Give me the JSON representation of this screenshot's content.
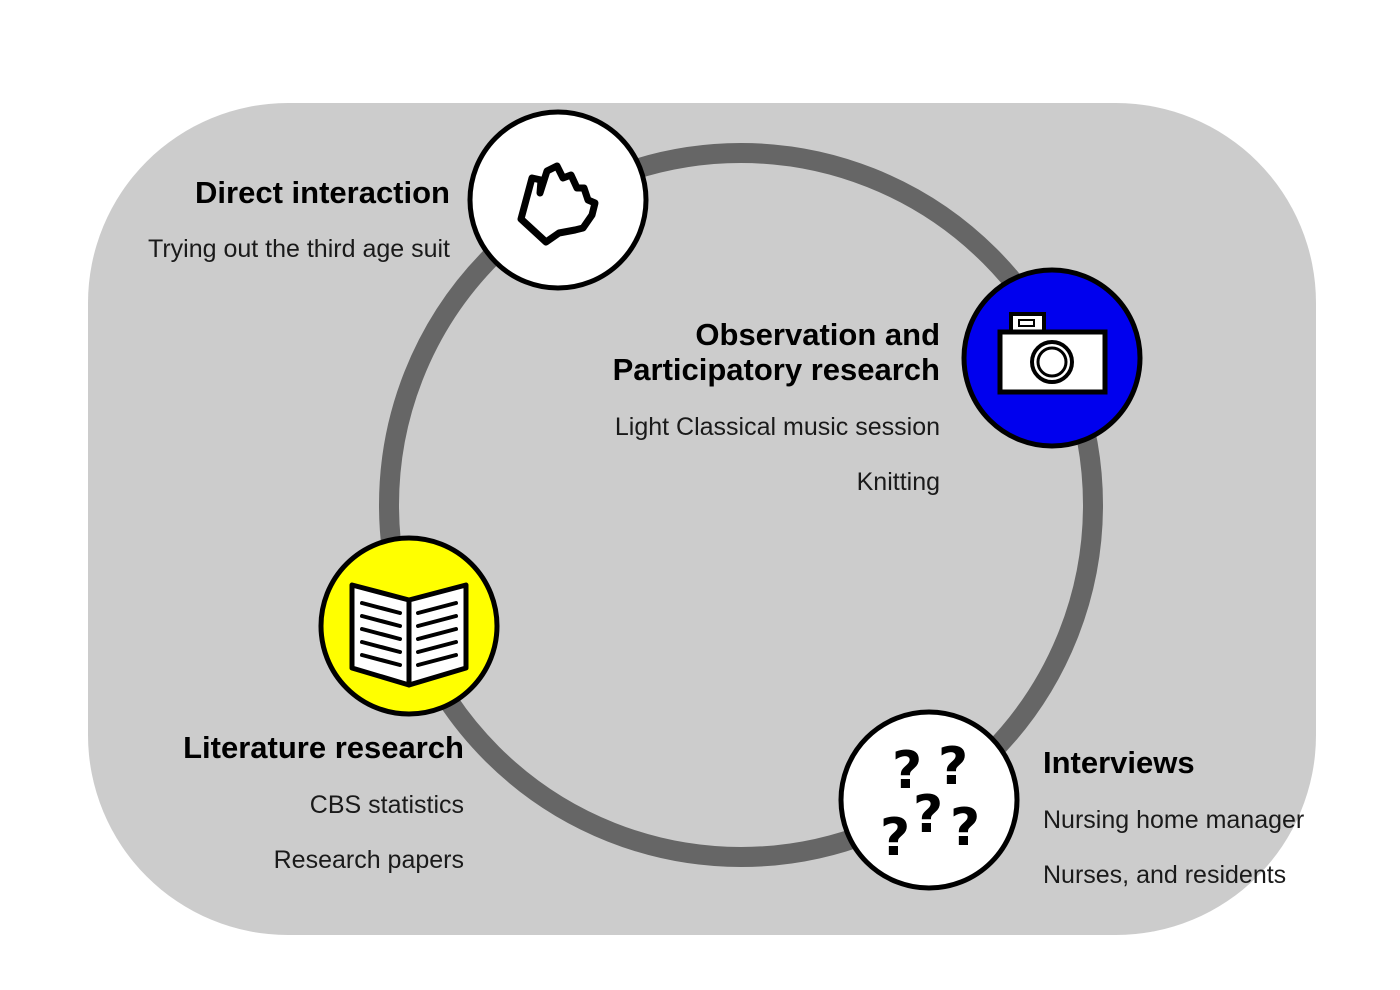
{
  "colors": {
    "panel": "#cccccc",
    "ring": "#666666",
    "camera_circle": "#0000ee",
    "book_circle": "#ffff00",
    "plain_circle": "#ffffff"
  },
  "nodes": [
    {
      "icon": "hand-icon",
      "title": "Direct interaction",
      "items": [
        "Trying out the third age suit"
      ]
    },
    {
      "icon": "camera-icon",
      "title_lines": [
        "Observation and",
        "Participatory research"
      ],
      "items": [
        "Light Classical music session",
        "Knitting"
      ]
    },
    {
      "icon": "book-icon",
      "title": "Literature research",
      "items": [
        "CBS statistics",
        "Research papers"
      ]
    },
    {
      "icon": "question-marks-icon",
      "title": "Interviews",
      "items": [
        "Nursing home manager",
        "Nurses, and residents"
      ],
      "glyph": "?"
    }
  ]
}
